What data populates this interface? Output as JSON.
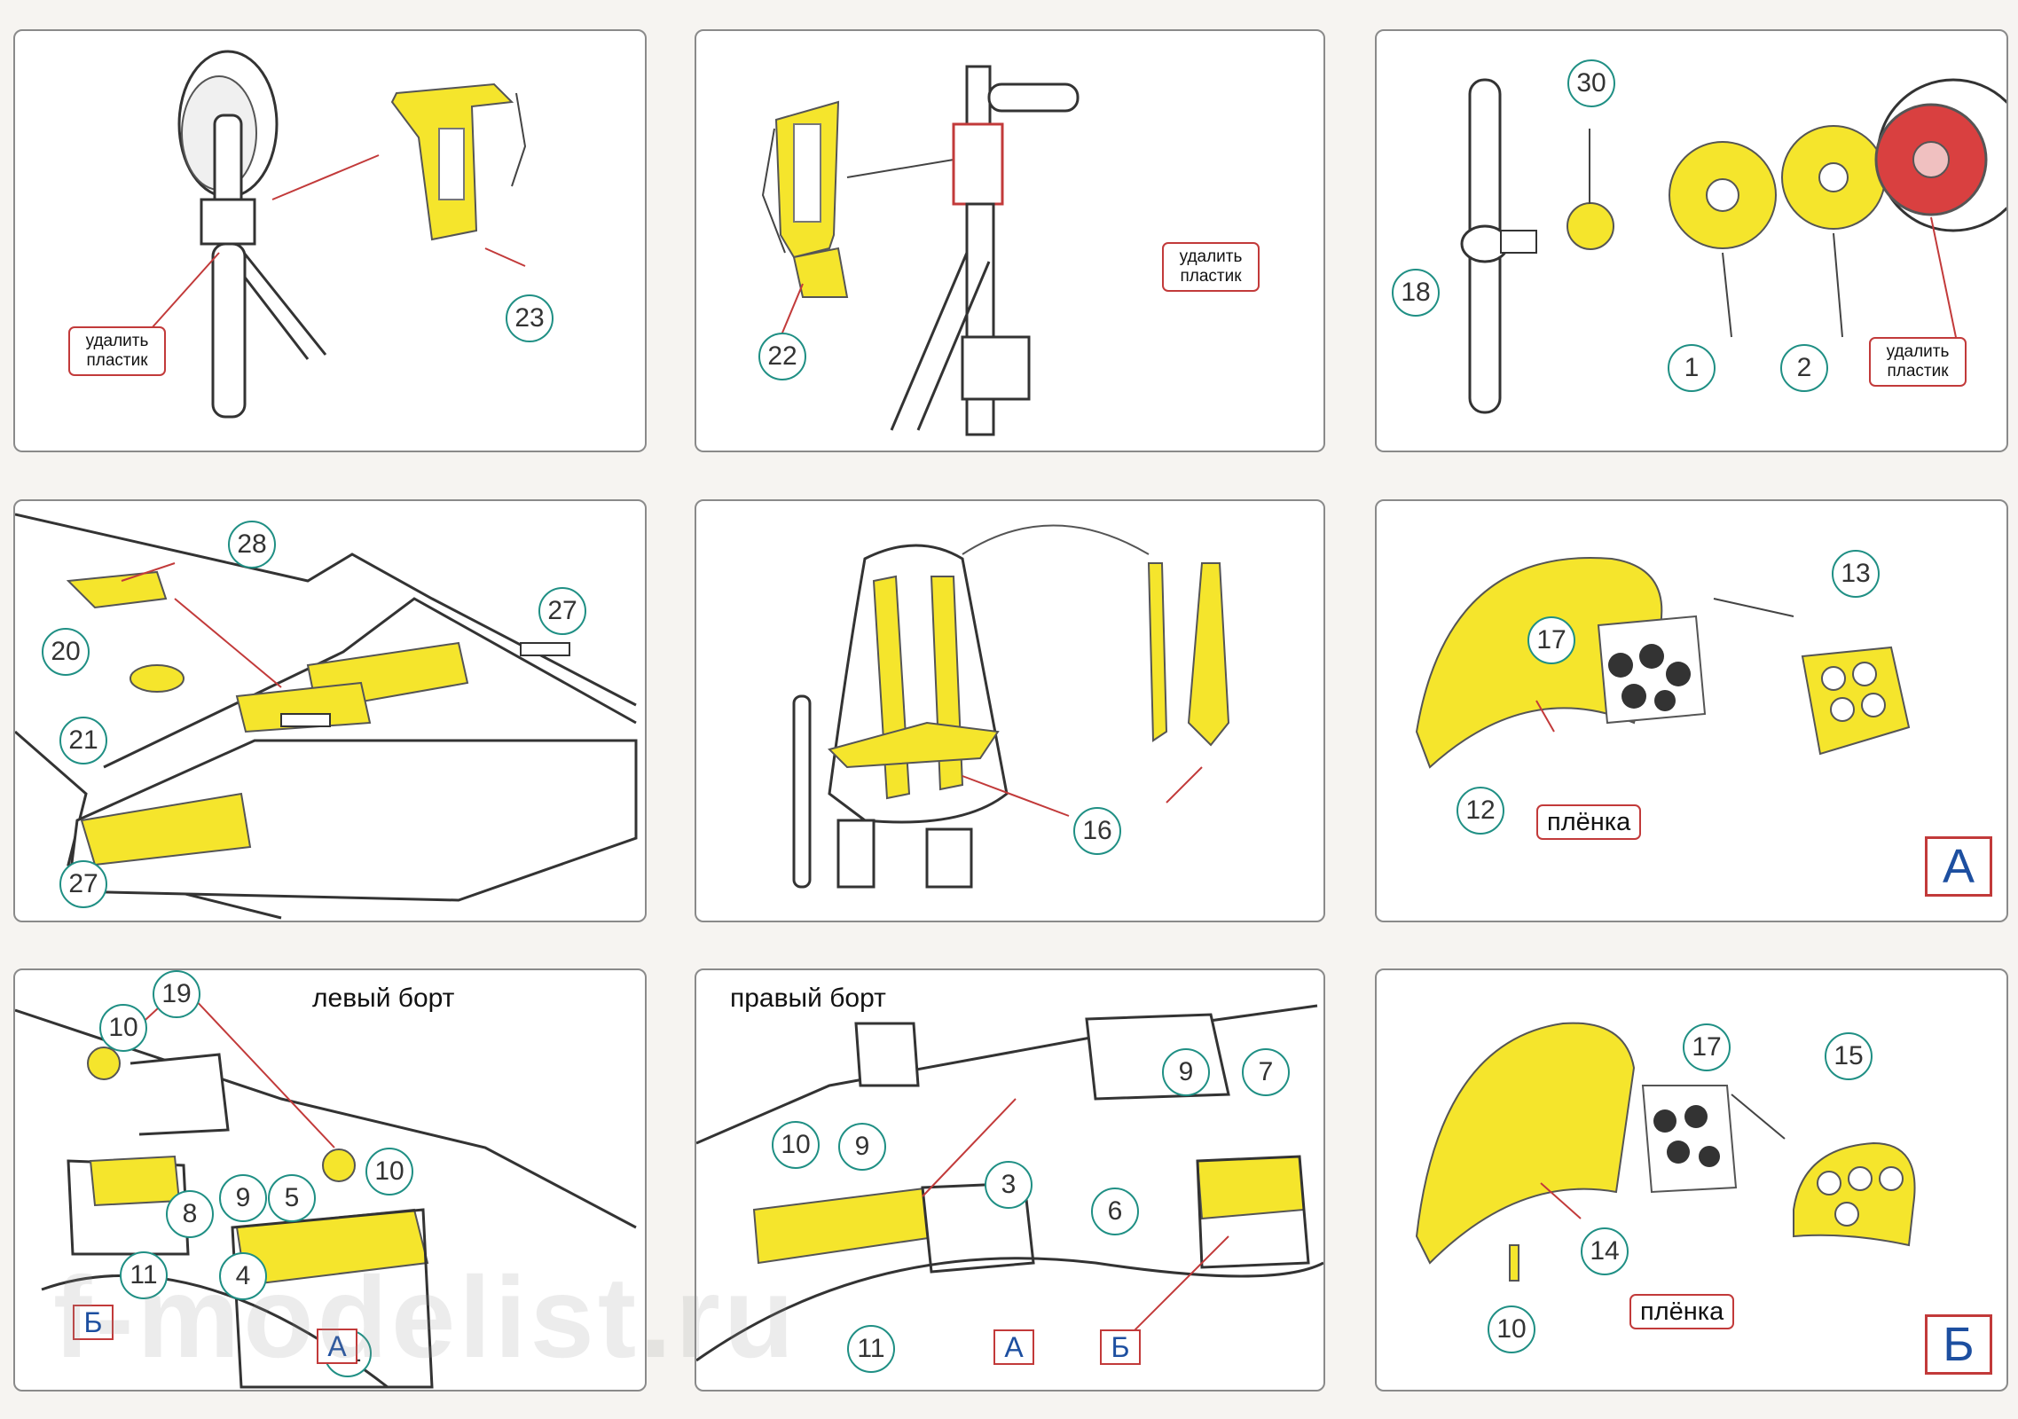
{
  "notes": {
    "remove_plastic": "удалить пластик"
  },
  "film_label": "плёнка",
  "colors": {
    "pe_yellow": "#f5e52c",
    "callout_ring": "#1f8f84",
    "note_border": "#c23a3a",
    "letter_text": "#1d4fa0",
    "arrow": "#c23a3a"
  },
  "panel1": {
    "callouts": [
      "23"
    ]
  },
  "panel2": {
    "callouts": [
      "22"
    ]
  },
  "panel3": {
    "callouts": [
      "30",
      "18",
      "1",
      "2"
    ]
  },
  "panel4": {
    "callouts": [
      "28",
      "20",
      "21",
      "27",
      "27"
    ]
  },
  "panel5": {
    "callouts": [
      "16"
    ]
  },
  "panel6": {
    "callouts": [
      "13",
      "17",
      "12"
    ],
    "letter": "А"
  },
  "panel7": {
    "title": "левый борт",
    "callouts": [
      "19",
      "10",
      "8",
      "9",
      "5",
      "10",
      "4",
      "11",
      "11"
    ],
    "letters": [
      "Б",
      "А"
    ]
  },
  "panel8": {
    "title": "правый борт",
    "callouts": [
      "9",
      "7",
      "10",
      "9",
      "3",
      "6",
      "11"
    ],
    "letters": [
      "А",
      "Б"
    ]
  },
  "panel9": {
    "callouts": [
      "17",
      "15",
      "14",
      "10"
    ],
    "letter": "Б"
  },
  "watermark": "f-modelist.ru"
}
